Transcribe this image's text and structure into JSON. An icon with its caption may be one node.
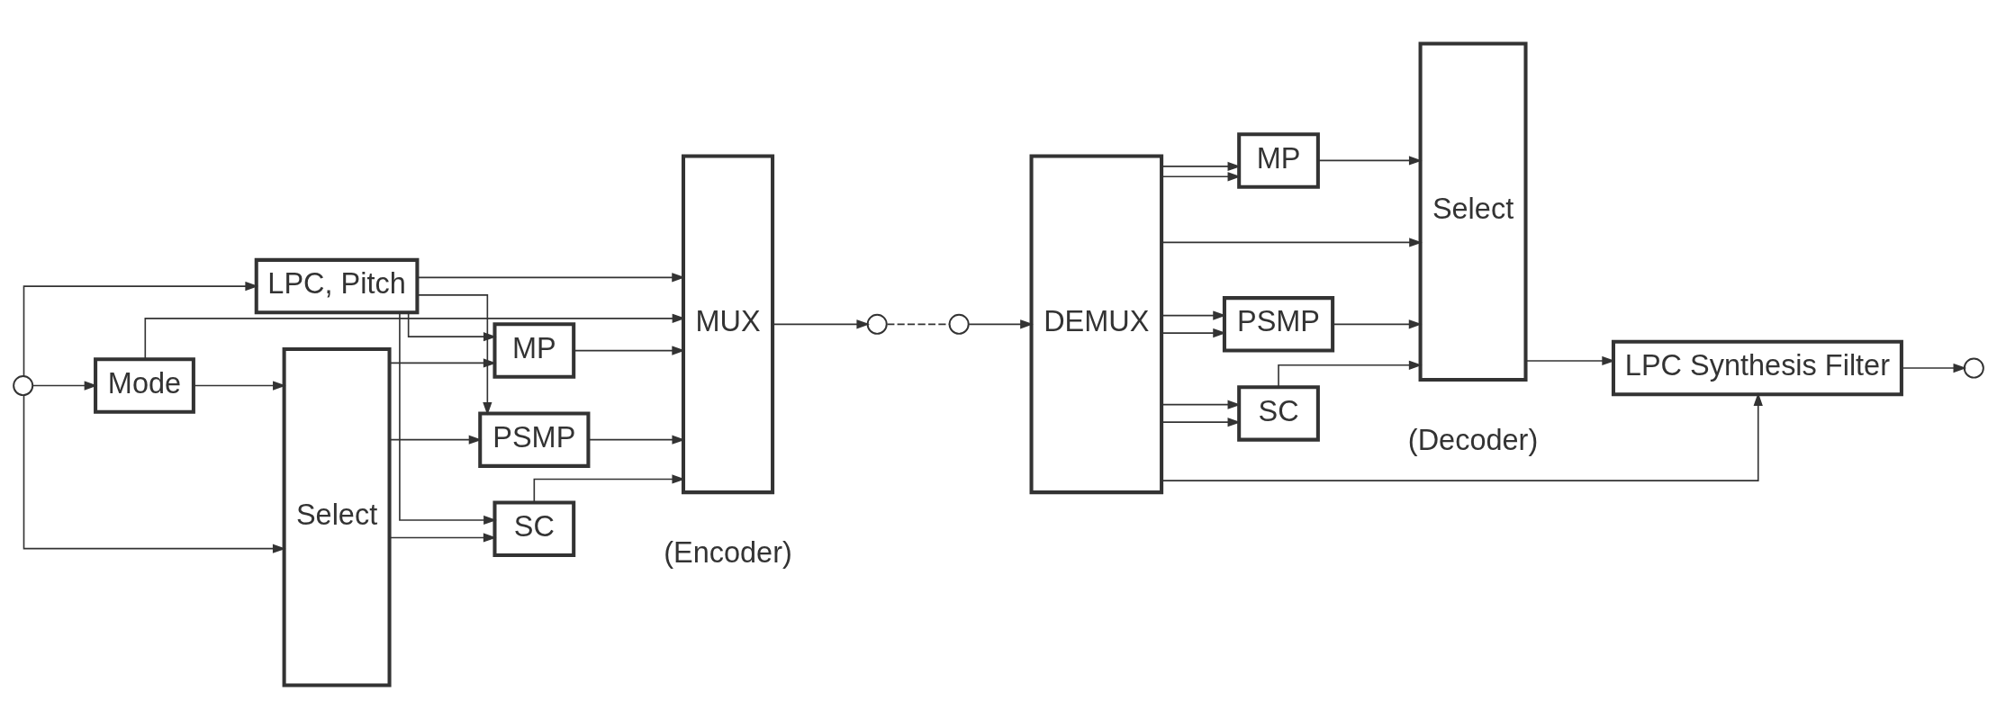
{
  "diagram": {
    "nodes": [
      {
        "text": [],
        "shape": "circle"
      },
      {
        "text": [
          "Mode"
        ]
      },
      {
        "text": [
          "LPC, Pitch"
        ]
      },
      {
        "text": [
          "Select"
        ]
      },
      {
        "text": [
          "PSMP"
        ]
      },
      {
        "text": [
          "MP"
        ]
      },
      {
        "text": [
          "SC"
        ]
      },
      {
        "text": [
          "MUX"
        ]
      },
      {
        "text": [],
        "shape": "circle"
      },
      {
        "text": [],
        "shape": "circle"
      },
      {
        "text": [
          "DEMUX"
        ]
      },
      {
        "text": [
          "PSMP"
        ]
      },
      {
        "text": [
          "MP"
        ]
      },
      {
        "text": [
          "SC"
        ]
      },
      {
        "text": [
          "Select"
        ]
      },
      {
        "text": [
          "LPC Synthesis Filter"
        ]
      },
      {
        "text": [],
        "shape": "circle"
      }
    ],
    "edges": [
      {
        "from": 0,
        "to": 1,
        "arrow": "to"
      },
      {
        "from": 0,
        "to": 3,
        "arrow": "to"
      },
      {
        "from": 0,
        "to": 2,
        "arrow": "to"
      },
      {
        "from": 1,
        "to": 3,
        "arrow": "to"
      },
      {
        "from": 1,
        "to": 7,
        "arrow": "to"
      },
      {
        "from": 3,
        "to": 4,
        "arrow": "to"
      },
      {
        "from": 3,
        "to": 5,
        "arrow": "to"
      },
      {
        "from": 3,
        "to": 6,
        "arrow": "to"
      },
      {
        "from": 2,
        "to": 4,
        "arrow": "to"
      },
      {
        "from": 2,
        "to": 5,
        "arrow": "to"
      },
      {
        "from": 2,
        "to": 6,
        "arrow": "to"
      },
      {
        "from": 2,
        "to": 7,
        "arrow": "to"
      },
      {
        "from": 4,
        "to": 7,
        "arrow": "to"
      },
      {
        "from": 5,
        "to": 7,
        "arrow": "to"
      },
      {
        "from": 6,
        "to": 7,
        "arrow": "to"
      },
      {
        "from": 7,
        "to": 8,
        "arrow": "to"
      },
      {
        "from": 8,
        "to": 9,
        "arrow": "none",
        "style": "dashed"
      },
      {
        "from": 9,
        "to": 10,
        "arrow": "to"
      },
      {
        "from": 10,
        "to": 14,
        "arrow": "to"
      },
      {
        "from": 10,
        "to": 11,
        "arrow": "to"
      },
      {
        "from": 10,
        "to": 12,
        "arrow": "to"
      },
      {
        "from": 10,
        "to": 13,
        "arrow": "to"
      },
      {
        "from": 10,
        "to": 11,
        "arrow": "to"
      },
      {
        "from": 10,
        "to": 12,
        "arrow": "to"
      },
      {
        "from": 10,
        "to": 13,
        "arrow": "to"
      },
      {
        "from": 10,
        "to": 15,
        "arrow": "to"
      },
      {
        "from": 11,
        "to": 14,
        "arrow": "to"
      },
      {
        "from": 12,
        "to": 14,
        "arrow": "to"
      },
      {
        "from": 13,
        "to": 14,
        "arrow": "to"
      },
      {
        "from": 14,
        "to": 15,
        "arrow": "to"
      },
      {
        "from": 15,
        "to": 16,
        "arrow": "to"
      }
    ],
    "labels": [
      "(Encoder)",
      "(Decoder)"
    ]
  }
}
